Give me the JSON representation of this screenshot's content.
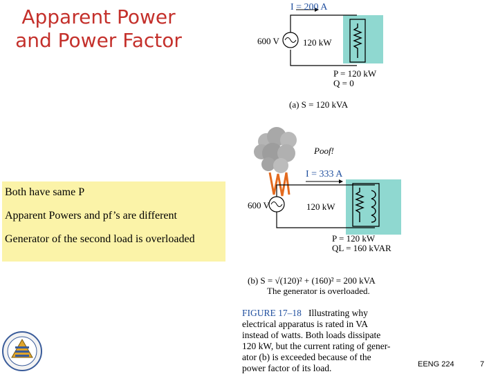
{
  "slide": {
    "title_line1": "Apparent Power",
    "title_line2": "and Power Factor",
    "notes": [
      "Both have same P",
      "Apparent Powers and pf’s are different",
      "Generator of the second load is overloaded"
    ],
    "footer_course": "EENG 224",
    "page_number": "7"
  },
  "figure": {
    "a": {
      "current": "I = 200 A",
      "source": "600 V",
      "load": "120 kW",
      "p": "P = 120 kW",
      "q": "Q = 0",
      "caption": "(a) S = 120 kVA"
    },
    "b": {
      "poof": "Poof!",
      "current": "I = 333 A",
      "source": "600 V",
      "load": "120 kW",
      "p": "P = 120 kW",
      "q": "QL = 160 kVAR",
      "caption": "(b) S = √(120)² + (160)² = 200 kVA",
      "overloaded": "The generator is overloaded."
    },
    "caption_label": "FIGURE 17–18",
    "caption_lines": [
      "Illustrating why",
      "electrical apparatus is rated in VA",
      "instead of watts. Both loads dissipate",
      "120 kW, but the current rating of gener-",
      "ator (b) is exceeded because of the",
      "power factor of its load."
    ]
  },
  "colors": {
    "title": "#c4302b",
    "notes_bg": "#fbf3a8",
    "teal_box": "#8fd8d0",
    "caption_label": "#1f4e9e"
  }
}
